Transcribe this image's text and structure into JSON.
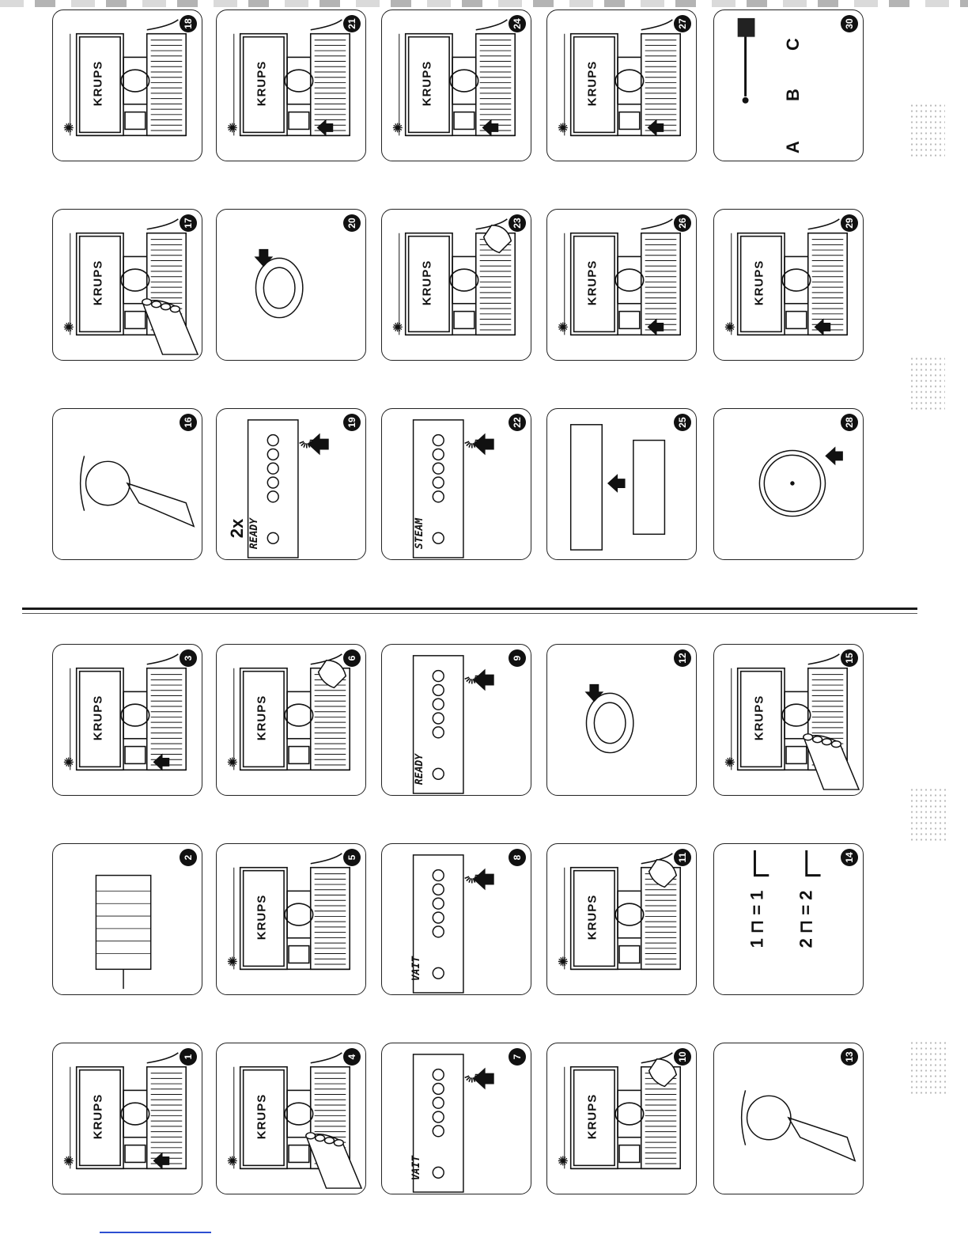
{
  "document": {
    "brand": "KRUPS",
    "panels": [
      {
        "num": "1"
      },
      {
        "num": "2"
      },
      {
        "num": "3"
      },
      {
        "num": "4"
      },
      {
        "num": "5"
      },
      {
        "num": "6"
      },
      {
        "num": "7",
        "lcd": "VAIT"
      },
      {
        "num": "8",
        "lcd": "VAIT"
      },
      {
        "num": "9",
        "lcd": "READY"
      },
      {
        "num": "10"
      },
      {
        "num": "11"
      },
      {
        "num": "12"
      },
      {
        "num": "13"
      },
      {
        "num": "14",
        "line1": "1 ⊓ = 1",
        "line2": "2 ⊓ = 2"
      },
      {
        "num": "15"
      },
      {
        "num": "16"
      },
      {
        "num": "17"
      },
      {
        "num": "18"
      },
      {
        "num": "19",
        "lcd": "READY",
        "multiplier": "2x"
      },
      {
        "num": "20"
      },
      {
        "num": "21"
      },
      {
        "num": "22",
        "lcd": "STEAM"
      },
      {
        "num": "23"
      },
      {
        "num": "24"
      },
      {
        "num": "25"
      },
      {
        "num": "26"
      },
      {
        "num": "27"
      },
      {
        "num": "28"
      },
      {
        "num": "29"
      },
      {
        "num": "30",
        "labels": [
          "A",
          "B",
          "C"
        ]
      }
    ]
  }
}
